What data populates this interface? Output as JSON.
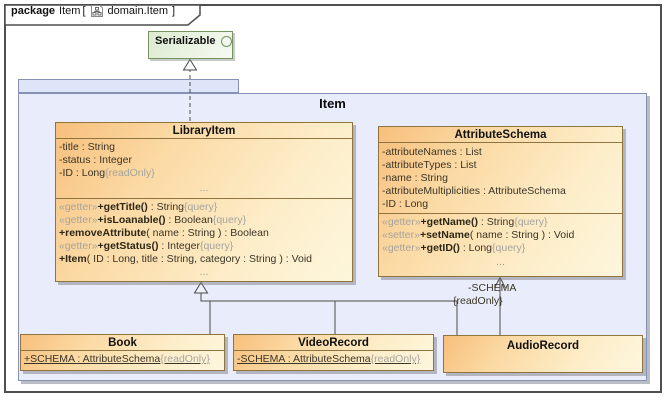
{
  "frame": {
    "keyword": "package",
    "title": "Item",
    "open": "[",
    "diagram": "domain.Item",
    "close": "]"
  },
  "package": {
    "title": "Item"
  },
  "serializable": {
    "name": "Serializable"
  },
  "library_item": {
    "name": "LibraryItem",
    "attrs": [
      {
        "t": "-title : String",
        "c": ""
      },
      {
        "t": "-status : Integer",
        "c": ""
      },
      {
        "t": "-ID : Long",
        "c": "{readOnly}"
      }
    ],
    "attrs_more": "...",
    "ops": [
      {
        "s": "«getter»",
        "n": "+getTitle()",
        "r": " : String",
        "c": "{query}"
      },
      {
        "s": "«getter»",
        "n": "+isLoanable()",
        "r": " : Boolean",
        "c": "{query}"
      },
      {
        "s": "",
        "n": "+removeAttribute",
        "r": "( name : String ) : Boolean",
        "c": ""
      },
      {
        "s": "«getter»",
        "n": "+getStatus()",
        "r": " : Integer",
        "c": "{query}"
      },
      {
        "s": "",
        "n": "+Item",
        "r": "( ID : Long, title : String, category : String ) : Void",
        "c": ""
      }
    ],
    "ops_more": "..."
  },
  "attribute_schema": {
    "name": "AttributeSchema",
    "attrs": [
      {
        "t": "-attributeNames : List"
      },
      {
        "t": "-attributeTypes : List"
      },
      {
        "t": "-name : String"
      },
      {
        "t": "-attributeMultiplicities : AttributeSchema"
      },
      {
        "t": "-ID : Long"
      }
    ],
    "ops": [
      {
        "s": "«getter»",
        "n": "+getName()",
        "r": " : String",
        "c": "{query}"
      },
      {
        "s": "«setter»",
        "n": "+setName",
        "r": "( name : String ) : Void",
        "c": ""
      },
      {
        "s": "«getter»",
        "n": "+getID()",
        "r": " : Long",
        "c": "{query}"
      }
    ],
    "ops_more": "..."
  },
  "book": {
    "name": "Book",
    "attr": {
      "t": "+SCHEMA : AttributeSchema",
      "c": "{readOnly}"
    }
  },
  "video_record": {
    "name": "VideoRecord",
    "attr": {
      "t": "-SCHEMA : AttributeSchema",
      "c": "{readOnly}"
    }
  },
  "audio_record": {
    "name": "AudioRecord"
  },
  "association": {
    "name": "-SCHEMA",
    "constraint": "{readOnly}"
  },
  "colors": {
    "class_border": "#8f7440",
    "class_fill_dark": "#f7bf7c",
    "class_fill_light": "#fdf6dd",
    "package_fill": "#e9edfb",
    "package_border": "#8691b5",
    "interface_border": "#76945f",
    "line": "#4a4a4a",
    "muted_text": "#a5a49e"
  }
}
